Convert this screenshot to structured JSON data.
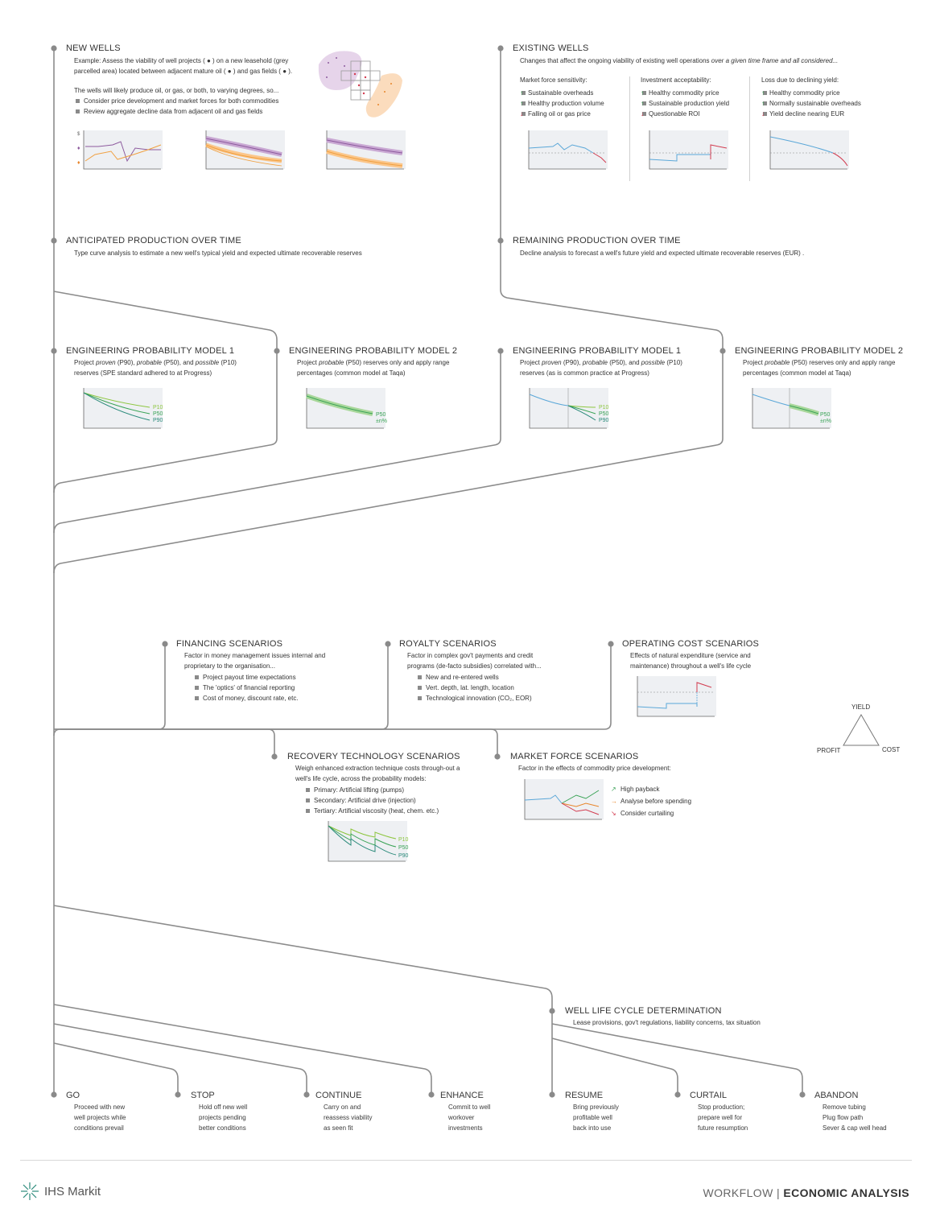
{
  "sections": {
    "new_wells": {
      "title": "NEW WELLS",
      "line1": "Example: Assess the viability of well projects ( ● ) on a new leasehold (grey parcelled area) located between adjacent mature oil ( ● ) and gas fields ( ● ).",
      "line2": "The wells will likely produce oil, or gas, or both, to varying degrees, so...",
      "bullets": [
        "Consider price development and market forces for both commodities",
        "Review aggregate decline data from adjacent oil and gas fields"
      ]
    },
    "existing_wells": {
      "title": "EXISTING WELLS",
      "desc_plain": "Changes that affect the ongoing viability of existing well operations ",
      "desc_italic": "over a given time frame and all considered...",
      "columns": [
        {
          "title": "Market force sensitivity:",
          "items": [
            {
              "icon": "up",
              "text": "Sustainable overheads"
            },
            {
              "icon": "up",
              "text": "Healthy production volume"
            },
            {
              "icon": "down",
              "text": "Falling oil or gas price"
            }
          ]
        },
        {
          "title": "Investment acceptability:",
          "items": [
            {
              "icon": "up",
              "text": "Healthy commodity price"
            },
            {
              "icon": "up",
              "text": "Sustainable production yield"
            },
            {
              "icon": "down",
              "text": "Questionable ROI"
            }
          ]
        },
        {
          "title": "Loss due to declining yield:",
          "items": [
            {
              "icon": "up",
              "text": "Healthy commodity price"
            },
            {
              "icon": "up",
              "text": "Normally sustainable overheads"
            },
            {
              "icon": "down",
              "text": "Yield decline nearing EUR"
            }
          ]
        }
      ]
    },
    "anticipated": {
      "title": "ANTICIPATED PRODUCTION OVER TIME",
      "desc": "Type curve analysis to estimate a new well's typical yield and expected ultimate recoverable reserves"
    },
    "remaining": {
      "title": "REMAINING PRODUCTION OVER TIME",
      "desc": "Decline analysis to forecast a well's future yield and expected ultimate recoverable reserves (EUR) ."
    },
    "epm1_a": {
      "title": "ENGINEERING PROBABILITY MODEL 1",
      "d1": "Project ",
      "d1i": "proven",
      "d2": " (P90), ",
      "d2i": "probable",
      "d3": " (P50), and ",
      "d3i": "possible",
      "d4": " (P10) reserves (SPE standard adhered to at Progress)"
    },
    "epm2_a": {
      "title": "ENGINEERING PROBABILITY MODEL 2",
      "d1": "Project ",
      "d1i": "probable",
      "d2": " (P50) reserves only and apply range percentages (common model at Taqa)"
    },
    "epm1_b": {
      "title": "ENGINEERING PROBABILITY MODEL 1",
      "d1": "Project ",
      "d1i": "proven",
      "d2": " (P90), ",
      "d2i": "probable",
      "d3": " (P50), and ",
      "d3i": "possible",
      "d4": " (P10) reserves (as is common practice at Progress)"
    },
    "epm2_b": {
      "title": "ENGINEERING PROBABILITY MODEL 2",
      "d1": "Project ",
      "d1i": "probable",
      "d2": " (P50) reserves only and apply range percentages (common model at Taqa)"
    },
    "financing": {
      "title": "FINANCING SCENARIOS",
      "desc": "Factor in money management issues internal and proprietary to the organisation...",
      "bullets": [
        "Project payout time expectations",
        "The 'optics' of financial reporting",
        "Cost of money, discount rate, etc."
      ]
    },
    "royalty": {
      "title": "ROYALTY SCENARIOS",
      "desc": "Factor in complex gov't payments and credit programs (de-facto subsidies) correlated with...",
      "bullets": [
        "New and re-entered wells",
        "Vert. depth, lat. length, location",
        "Technological innovation (CO₂, EOR)"
      ]
    },
    "operating": {
      "title": "OPERATING COST SCENARIOS",
      "desc": "Effects of natural expenditure (service and maintenance) throughout a well's life cycle"
    },
    "recovery": {
      "title": "RECOVERY TECHNOLOGY SCENARIOS",
      "desc": "Weigh enhanced extraction technique costs through-out a well's life cycle, across the probability models:",
      "items": [
        {
          "k": "Primary",
          "v": ": Artificial lifting (pumps)"
        },
        {
          "k": "Secondary",
          "v": ": Artificial drive (injection)"
        },
        {
          "k": "Tertiary",
          "v": ": Artificial viscosity (heat, chem. etc.)"
        }
      ]
    },
    "market": {
      "title": "MARKET FORCE SCENARIOS",
      "desc": "Factor in the effects of commodity price development:",
      "items": [
        "High payback",
        "Analyse before spending",
        "Consider curtailing"
      ]
    },
    "lifecycle": {
      "title": "WELL LIFE CYCLE DETERMINATION",
      "desc": "Lease provisions, gov't regulations, liability concerns, tax situation"
    }
  },
  "chart_labels": {
    "p10": "P10",
    "p50": "P50",
    "p90": "P90",
    "range": "±n%"
  },
  "triangle": {
    "top": "YIELD",
    "left": "PROFIT",
    "right": "COST"
  },
  "outcomes": [
    {
      "title": "GO",
      "desc": [
        "Proceed with new",
        "well projects while",
        "conditions prevail"
      ]
    },
    {
      "title": "STOP",
      "desc": [
        "Hold off new well",
        "projects pending",
        "better conditions"
      ]
    },
    {
      "title": "CONTINUE",
      "desc": [
        "Carry on and",
        "reassess viability",
        "as seen fit"
      ]
    },
    {
      "title": "ENHANCE",
      "desc": [
        "Commit to  well",
        "workover",
        "investments"
      ]
    },
    {
      "title": "RESUME",
      "desc": [
        "Bring previously",
        "profitable well",
        "back into use"
      ]
    },
    {
      "title": "CURTAIL",
      "desc": [
        "Stop production;",
        "prepare well for",
        "future resumption"
      ]
    },
    {
      "title": "ABANDON",
      "desc": [
        "Remove tubing",
        "Plug flow path",
        "Sever & cap well head"
      ]
    }
  ],
  "footer": {
    "brand": "IHS Markit",
    "workflow": "WORKFLOW",
    "sep": " | ",
    "title": "ECONOMIC ANALYSIS"
  },
  "colors": {
    "line": "#8c8c8c",
    "oil": "#8d5a9e",
    "gas": "#f0a040",
    "green_light": "#8dc63f",
    "green_mid": "#3aa356",
    "teal": "#2a8a7a",
    "blue": "#5aa7d8",
    "red": "#d23b4f",
    "chart_bg": "#eef0f3"
  }
}
